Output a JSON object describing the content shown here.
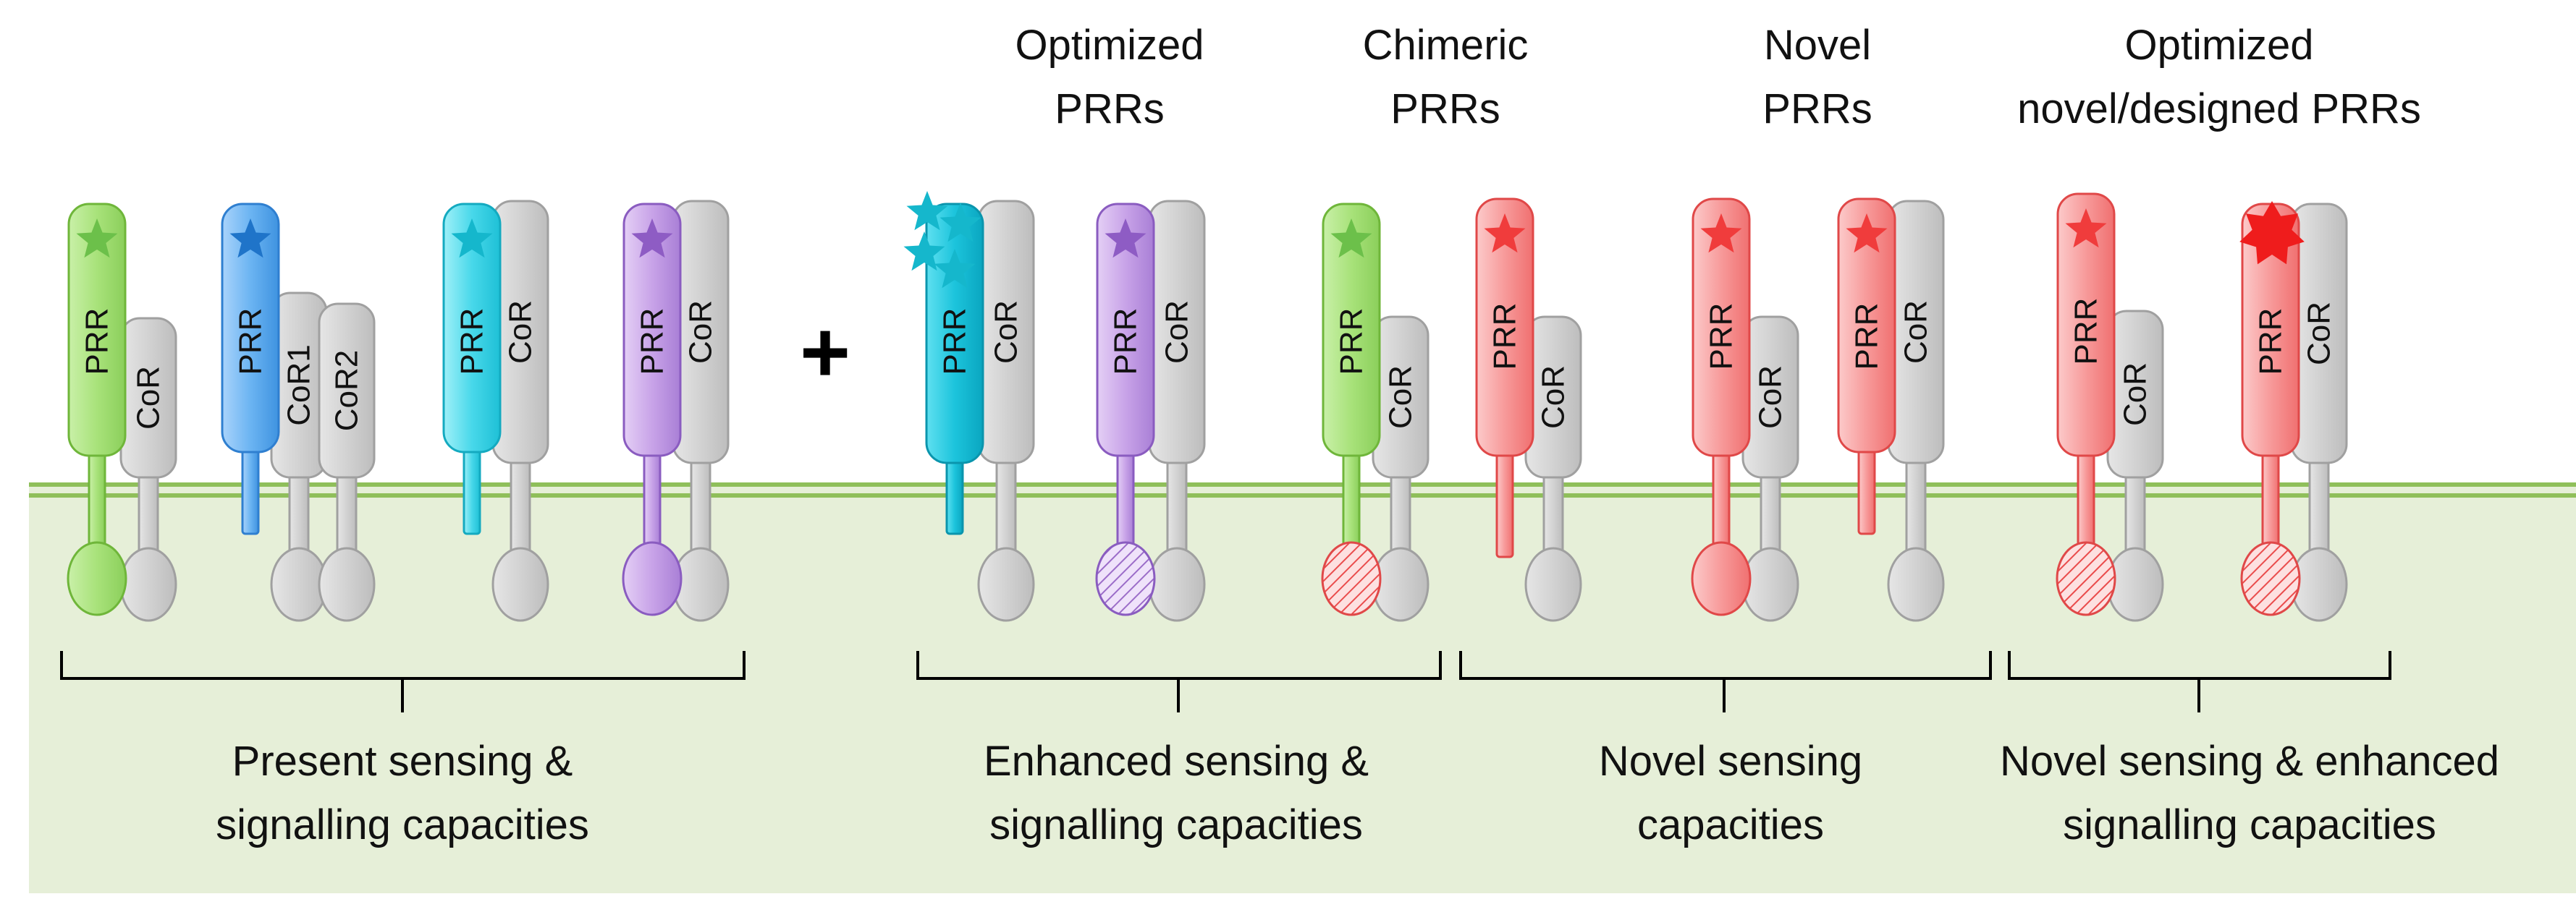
{
  "plus_sign": "+",
  "receptor_labels": {
    "prr": "PRR",
    "cor": "CoR",
    "cor1": "CoR1",
    "cor2": "CoR2"
  },
  "headers": {
    "optimized": [
      "Optimized",
      "PRRs"
    ],
    "chimeric": [
      "Chimeric",
      "PRRs"
    ],
    "novel": [
      "Novel",
      "PRRs"
    ],
    "optimized_novel": [
      "Optimized",
      "novel/designed PRRs"
    ]
  },
  "groups": [
    {
      "id": "present",
      "caption": [
        "Present sensing &",
        "signalling capacities"
      ]
    },
    {
      "id": "enhanced",
      "caption": [
        "Enhanced sensing &",
        "signalling capacities"
      ]
    },
    {
      "id": "novel",
      "caption": [
        "Novel sensing",
        "capacities"
      ]
    },
    {
      "id": "novel-enhanced",
      "caption": [
        "Novel sensing & enhanced",
        "signalling capacities"
      ]
    }
  ],
  "colors": {
    "green": "#a8e27a",
    "blue": "#5aaaf0",
    "cyan": "#38d3e6",
    "purple": "#c6a0e6",
    "red": "#f58a8a",
    "grey": "#d4d4d4",
    "membrane": "#8fbf5a",
    "cytoplasm": "#e6efd8"
  }
}
